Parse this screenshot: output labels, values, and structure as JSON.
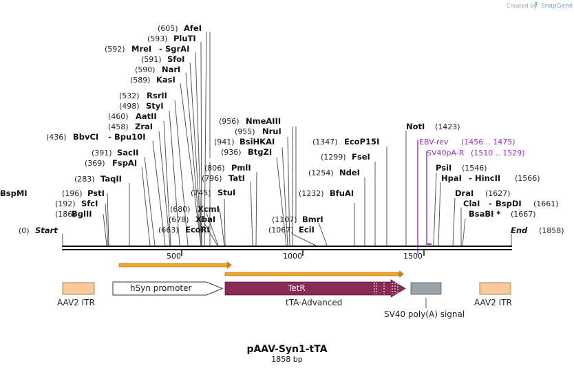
{
  "credit": {
    "prefix": "Created by",
    "brand": "SnapGene"
  },
  "title": "pAAV-Syn1-tTA",
  "subtitle": "1858 bp",
  "sites": [
    {
      "pos": "(0)",
      "names": [
        "Start"
      ],
      "endpoint": true
    },
    {
      "pos": "(186)",
      "names": [
        "BglII"
      ]
    },
    {
      "pos": "(192)",
      "names": [
        "SfcI"
      ]
    },
    {
      "pos": "(196)",
      "names": [
        "PstI"
      ]
    },
    {
      "pos": "(283)",
      "names": [
        "TaqII"
      ]
    },
    {
      "pos": "(369)",
      "names": [
        "FspAI"
      ]
    },
    {
      "pos": "(391)",
      "names": [
        "SacII"
      ]
    },
    {
      "pos": "(436)",
      "names": [
        "BbvCI",
        "Bpu10I"
      ]
    },
    {
      "pos": "(458)",
      "names": [
        "ZraI"
      ]
    },
    {
      "pos": "(460)",
      "names": [
        "AatII"
      ]
    },
    {
      "pos": "(498)",
      "names": [
        "StyI"
      ]
    },
    {
      "pos": "(532)",
      "names": [
        "RsrII"
      ]
    },
    {
      "pos": "(589)",
      "names": [
        "KasI"
      ]
    },
    {
      "pos": "(590)",
      "names": [
        "NarI"
      ]
    },
    {
      "pos": "(591)",
      "names": [
        "SfoI"
      ]
    },
    {
      "pos": "(592)",
      "names": [
        "MreI",
        "SgrAI"
      ]
    },
    {
      "pos": "(593)",
      "names": [
        "PluTI"
      ]
    },
    {
      "pos": "(605)",
      "names": [
        "AfeI"
      ]
    },
    {
      "pos": "(663)",
      "names": [
        "EcoRI"
      ]
    },
    {
      "pos": "(678)",
      "names": [
        "XbaI"
      ]
    },
    {
      "pos": "(680)",
      "names": [
        "XcmI"
      ]
    },
    {
      "pos": "(745)",
      "names": [
        "StuI"
      ]
    },
    {
      "pos": "(796)",
      "names": [
        "TatI"
      ]
    },
    {
      "pos": "(806)",
      "names": [
        "PmlI"
      ]
    },
    {
      "pos": "(936)",
      "names": [
        "BtgZI"
      ]
    },
    {
      "pos": "(941)",
      "names": [
        "BsiHKAI"
      ]
    },
    {
      "pos": "(955)",
      "names": [
        "NruI"
      ]
    },
    {
      "pos": "(956)",
      "names": [
        "NmeAIII"
      ]
    },
    {
      "pos": "(1067)",
      "names": [
        "EciI"
      ]
    },
    {
      "pos": "(1107)",
      "names": [
        "BmrI"
      ]
    },
    {
      "pos": "(1232)",
      "names": [
        "BfuAI",
        "BspMI"
      ]
    },
    {
      "pos": "(1254)",
      "names": [
        "NdeI"
      ]
    },
    {
      "pos": "(1299)",
      "names": [
        "FseI"
      ]
    },
    {
      "pos": "(1347)",
      "names": [
        "EcoP15I"
      ]
    },
    {
      "pos": "(1423)",
      "names": [
        "NotI"
      ]
    },
    {
      "pos": "(1546)",
      "names": [
        "PsiI"
      ]
    },
    {
      "pos": "(1566)",
      "names": [
        "HpaI",
        "HincII"
      ]
    },
    {
      "pos": "(1627)",
      "names": [
        "DraI"
      ]
    },
    {
      "pos": "(1661)",
      "names": [
        "ClaI",
        "BspDI"
      ]
    },
    {
      "pos": "(1667)",
      "names": [
        "BsaBI *"
      ]
    },
    {
      "pos": "(1858)",
      "names": [
        "End"
      ],
      "endpoint": true
    }
  ],
  "primers": [
    {
      "name": "EBV-rev",
      "range": "(1456 .. 1475)"
    },
    {
      "name": "SV40pA-R",
      "range": "(1510 .. 1529)"
    }
  ],
  "ticks": [
    "500",
    "1000",
    "1500"
  ],
  "features": {
    "itr_left": "AAV2 ITR",
    "itr_right": "AAV2 ITR",
    "promoter": "hSyn promoter",
    "tetr": "TetR",
    "tta": "tTA-Advanced",
    "polya": "SV40 poly(A) signal"
  },
  "colors": {
    "itr": "#f9c99a",
    "tetr": "#8a2a58",
    "polya": "#9aa2aa",
    "orf": "#f4a422",
    "primer": "#9b30c8",
    "brand": "#7ab4e8"
  }
}
